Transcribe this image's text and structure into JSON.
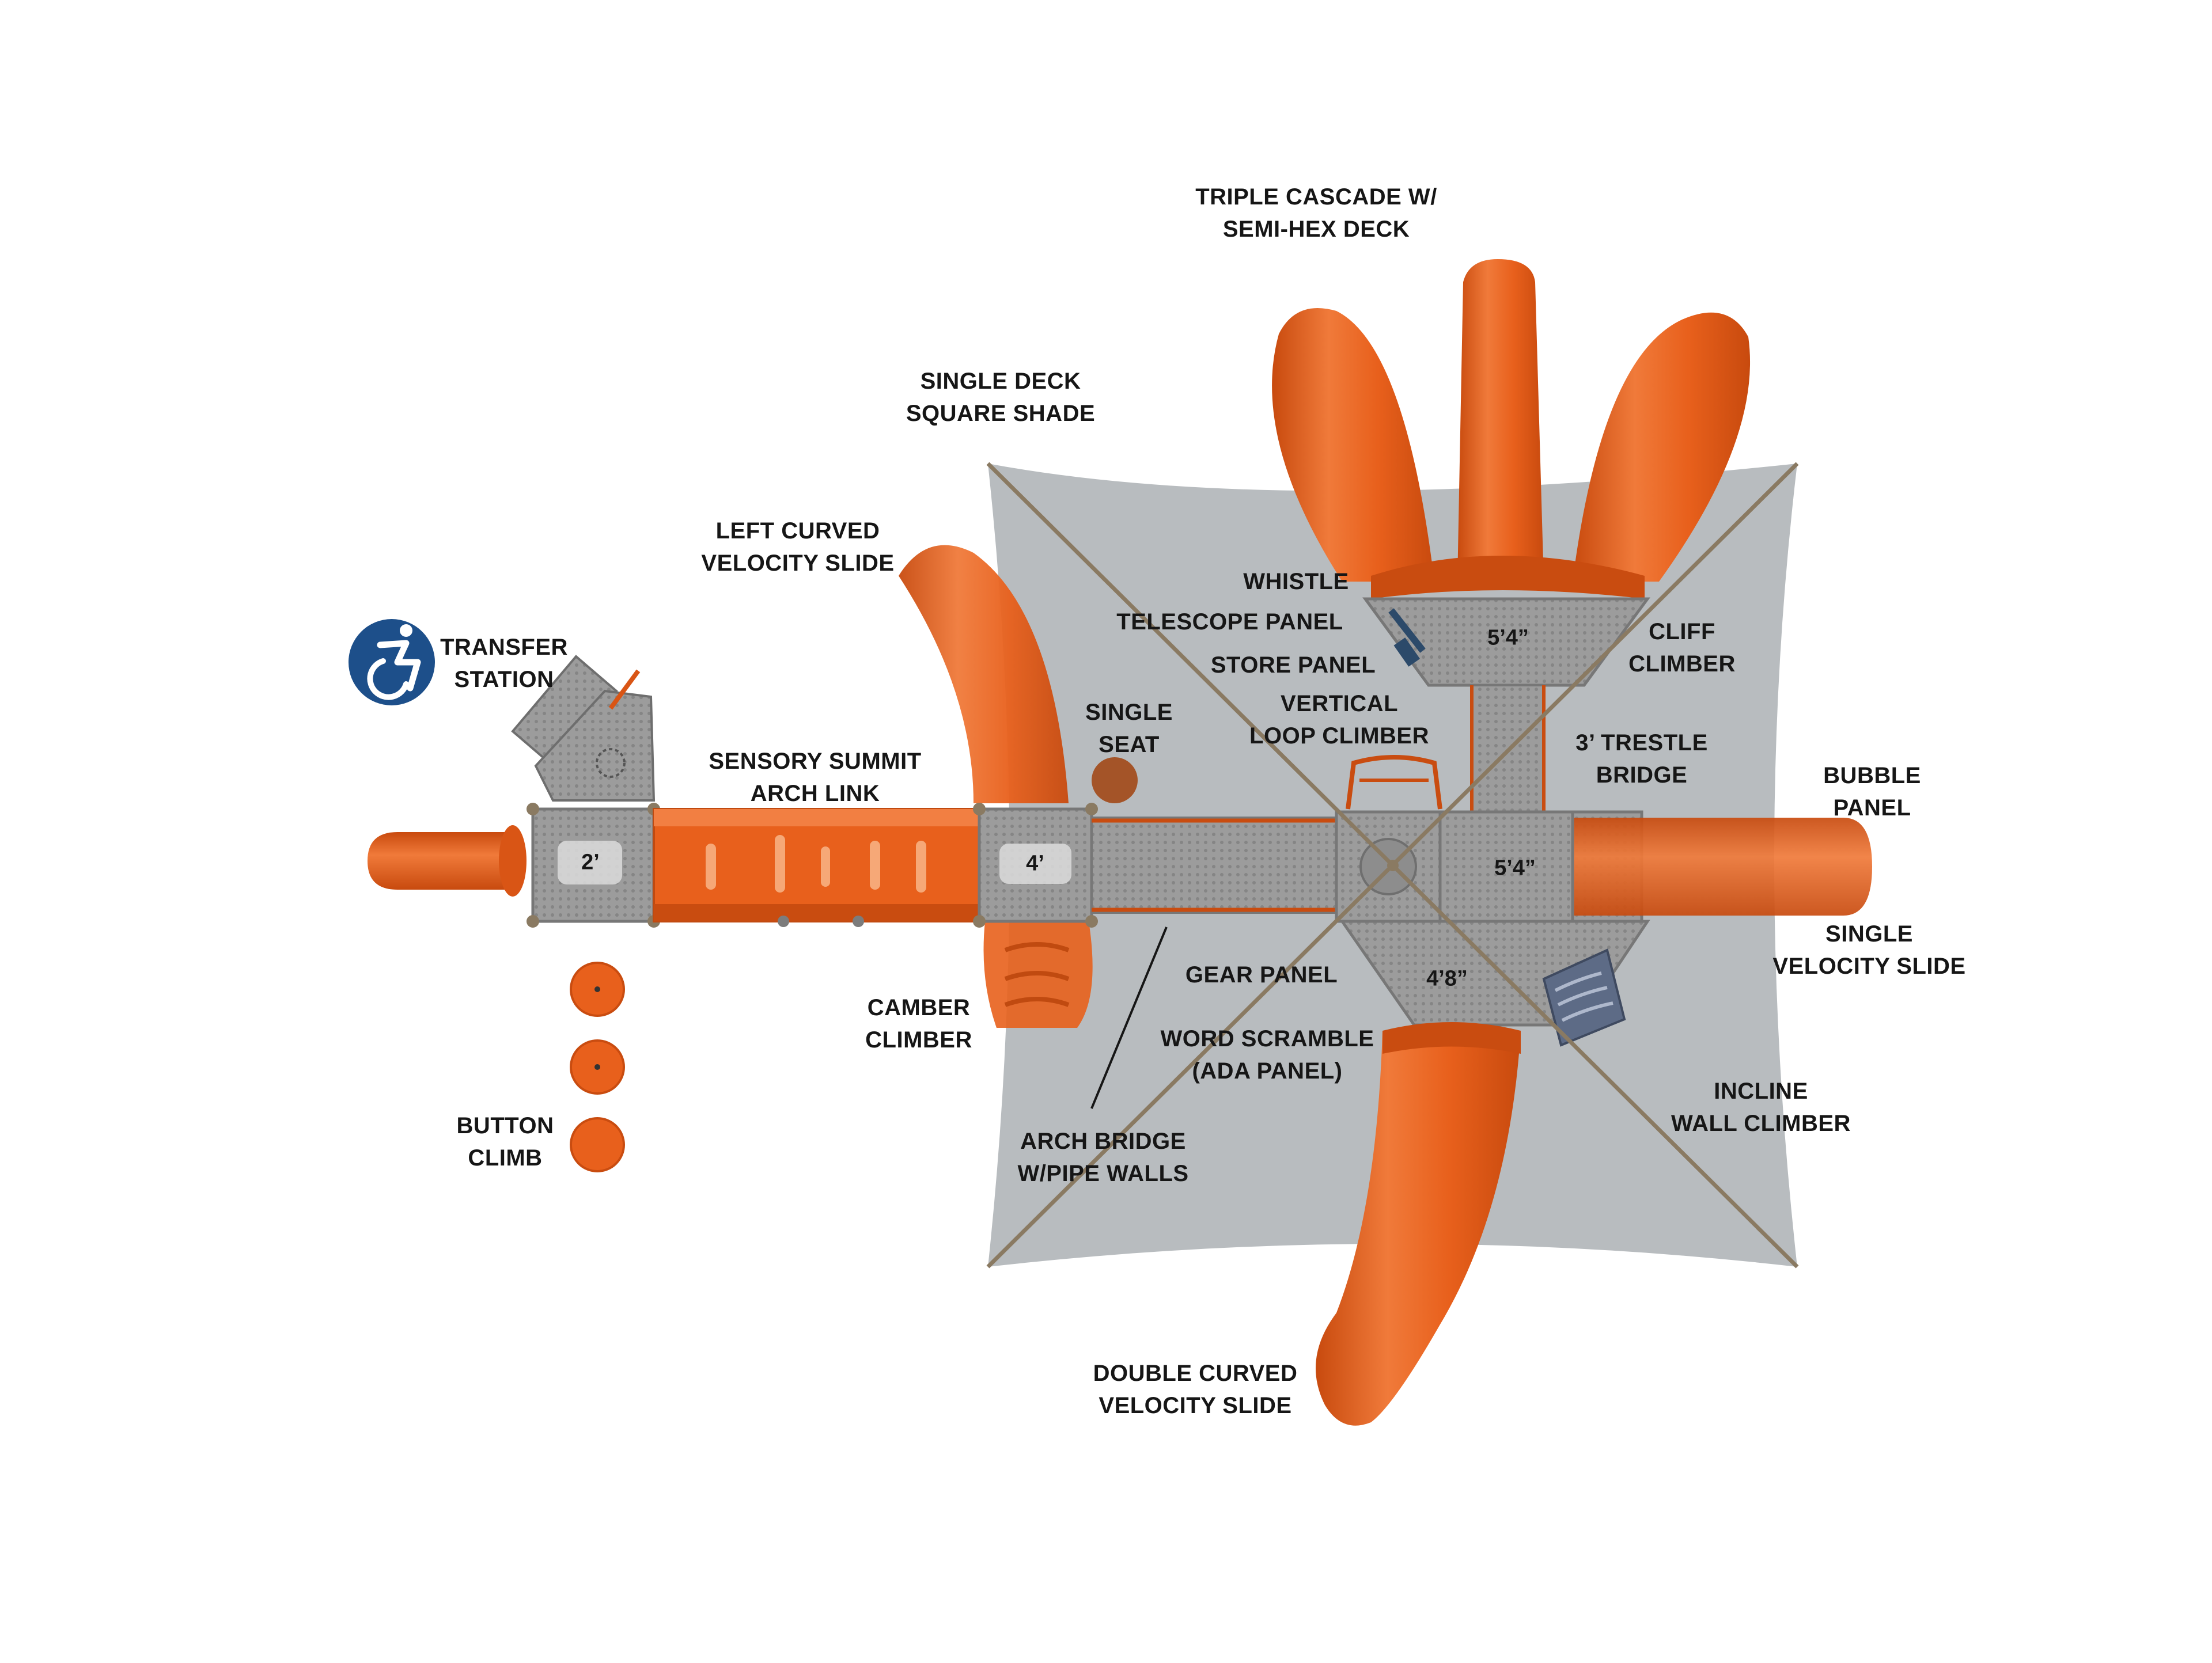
{
  "colors": {
    "plastic": "#e8601c",
    "plastic_shade": "#c94c10",
    "deck": "#9a9a9a",
    "deck_dark": "#7c7c7c",
    "shade_sail": "#7e858b",
    "post": "#8a7a62",
    "ada_blue": "#1d4f8a",
    "label": "#161616"
  },
  "icons": {
    "accessibility": "wheelchair-icon"
  },
  "labels": {
    "triple_cascade": [
      "TRIPLE CASCADE W/",
      "SEMI-HEX DECK"
    ],
    "single_deck_shade": [
      "SINGLE DECK",
      "SQUARE SHADE"
    ],
    "left_curved_slide": [
      "LEFT CURVED",
      "VELOCITY SLIDE"
    ],
    "transfer_station": [
      "TRANSFER",
      "STATION"
    ],
    "sensory_summit": [
      "SENSORY SUMMIT",
      "ARCH LINK"
    ],
    "single_seat": [
      "SINGLE",
      "SEAT"
    ],
    "whistle": [
      "WHISTLE"
    ],
    "telescope_panel": [
      "TELESCOPE PANEL"
    ],
    "store_panel": [
      "STORE PANEL"
    ],
    "vertical_loop": [
      "VERTICAL",
      "LOOP CLIMBER"
    ],
    "cliff_climber": [
      "CLIFF",
      "CLIMBER"
    ],
    "trestle_bridge": [
      "3’ TRESTLE",
      "BRIDGE"
    ],
    "bubble_panel": [
      "BUBBLE",
      "PANEL"
    ],
    "single_velocity": [
      "SINGLE",
      "VELOCITY SLIDE"
    ],
    "camber_climber": [
      "CAMBER",
      "CLIMBER"
    ],
    "gear_panel": [
      "GEAR PANEL"
    ],
    "word_scramble": [
      "WORD SCRAMBLE",
      "(ADA PANEL)"
    ],
    "incline_wall": [
      "INCLINE",
      "WALL CLIMBER"
    ],
    "button_climb": [
      "BUTTON",
      "CLIMB"
    ],
    "arch_bridge": [
      "ARCH BRIDGE",
      "W/PIPE WALLS"
    ],
    "double_curved": [
      "DOUBLE CURVED",
      "VELOCITY SLIDE"
    ]
  },
  "deck_heights": {
    "deck_2": "2’",
    "deck_4": "4’",
    "deck_54_top": "5’4”",
    "deck_54_right": "5’4”",
    "deck_48": "4’8”"
  }
}
